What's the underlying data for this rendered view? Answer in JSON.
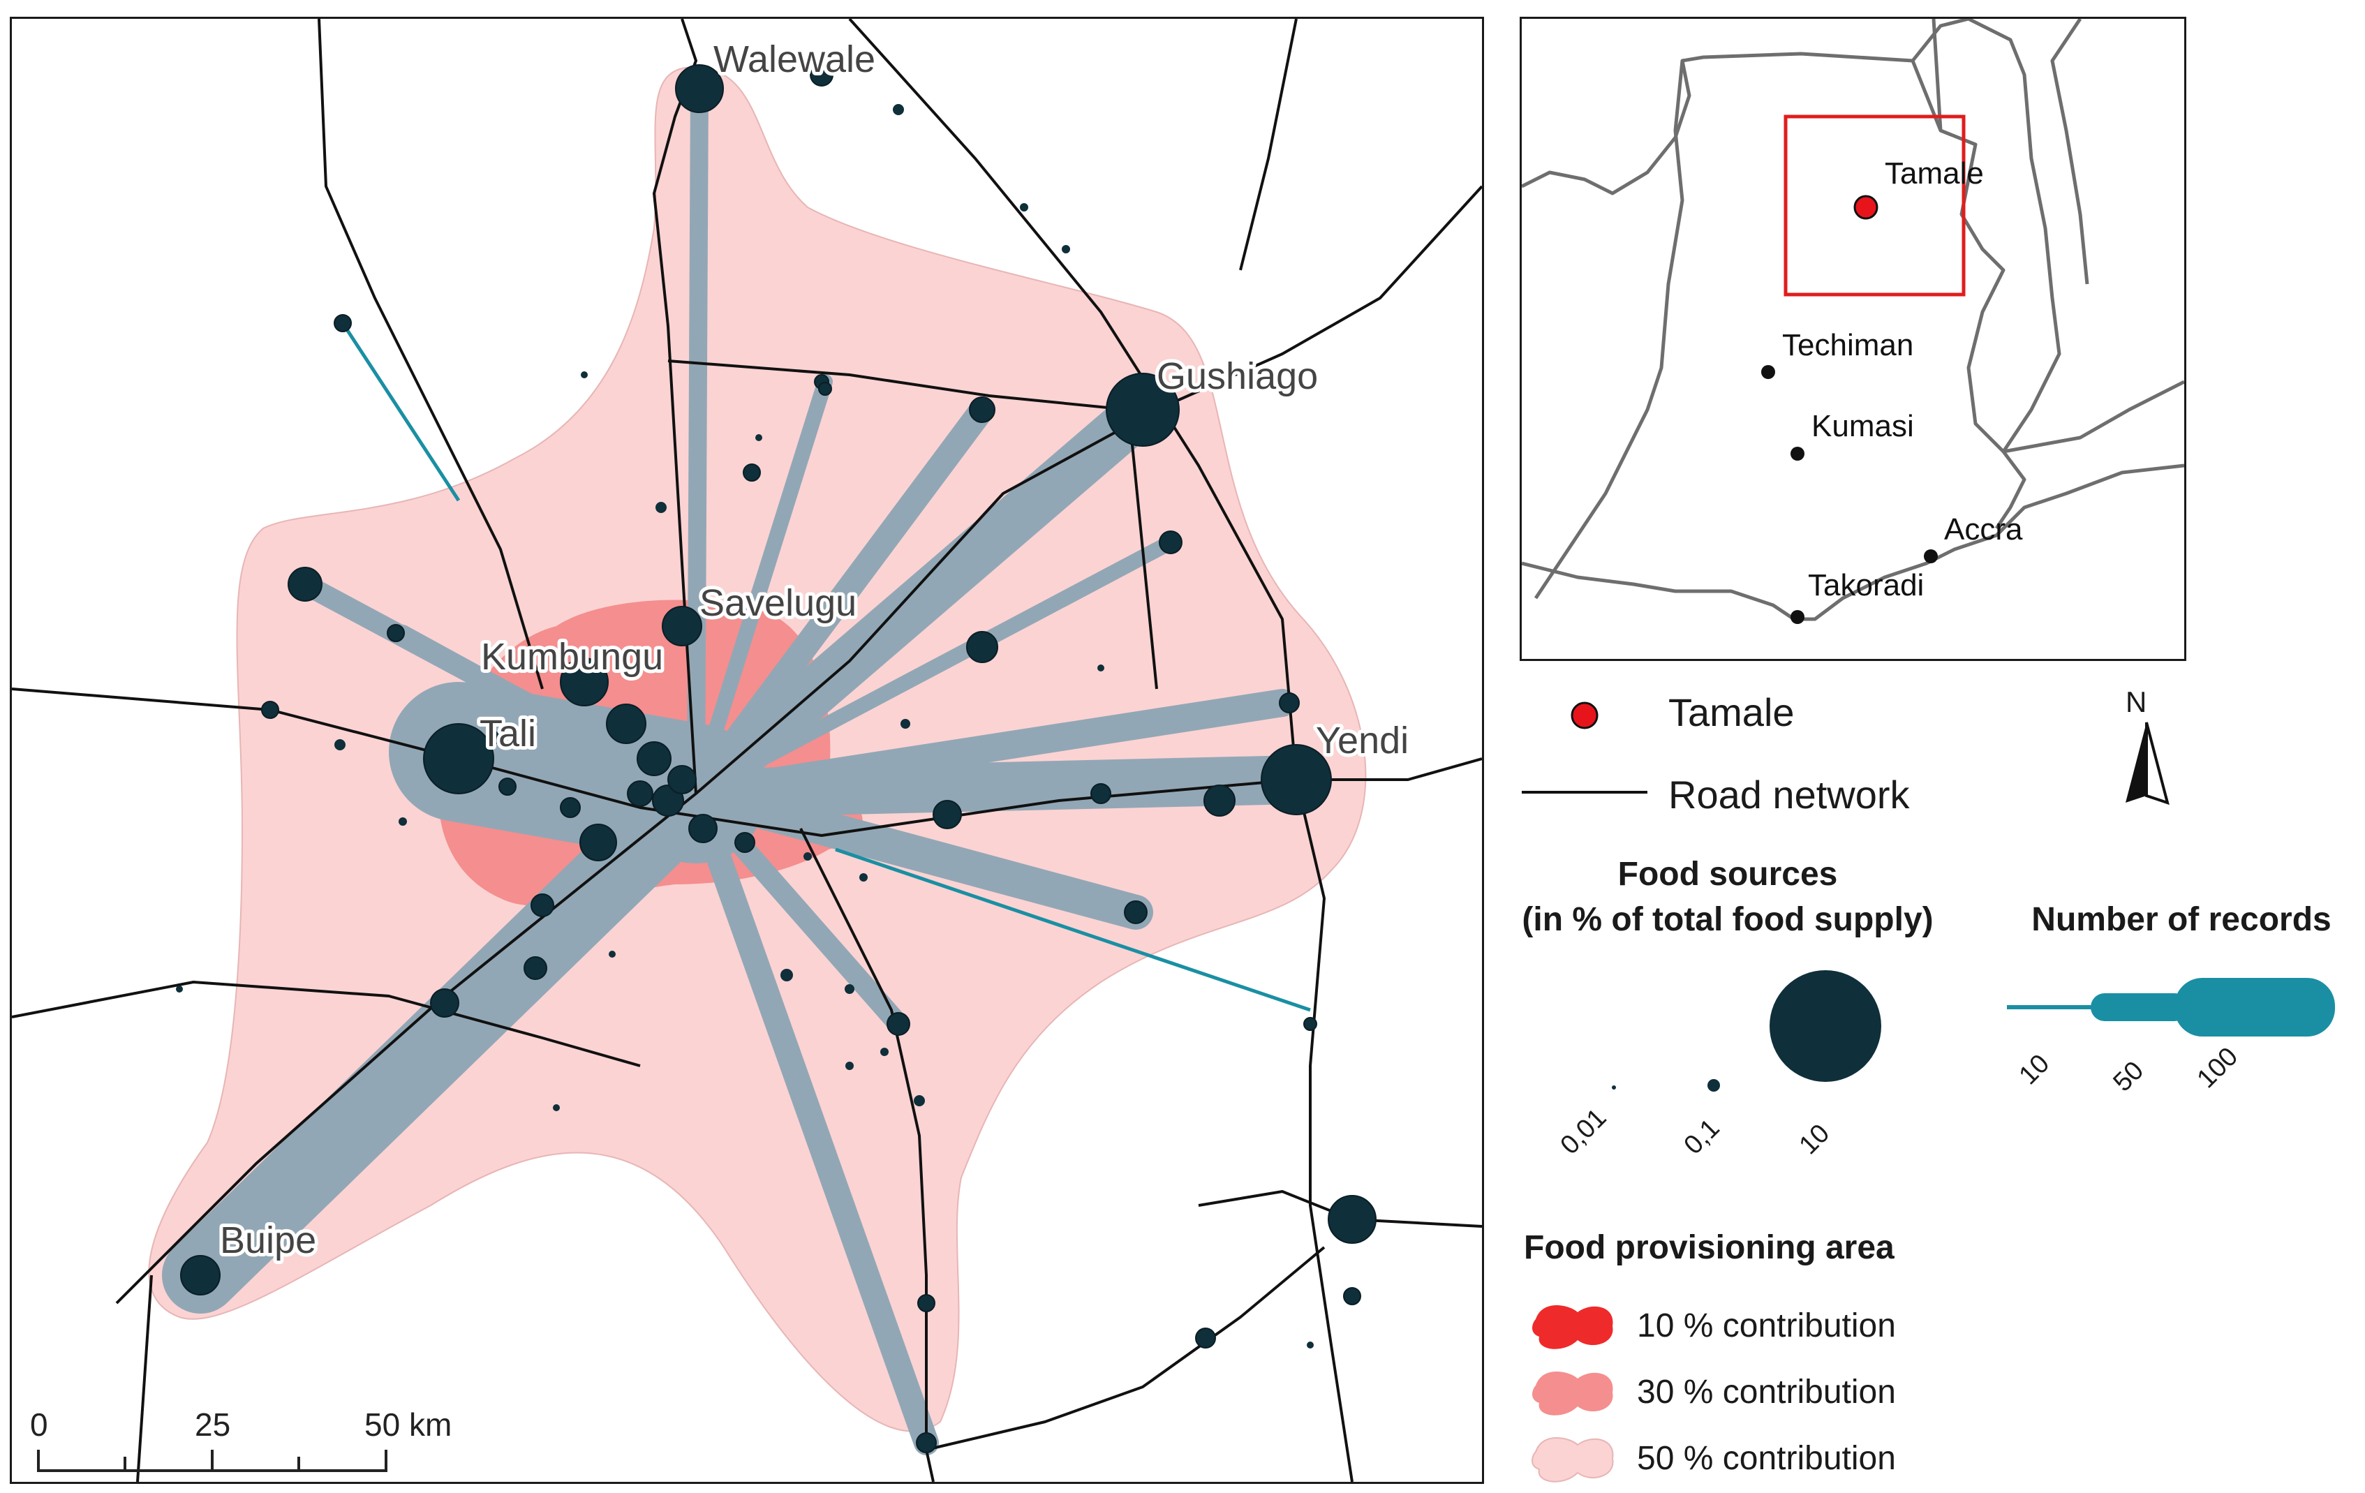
{
  "map": {
    "towns": [
      "Walewale",
      "Gushiago",
      "Savelugu",
      "Kumbungu",
      "Tali",
      "Yendi",
      "Buipe"
    ],
    "scalebar": {
      "labels": [
        "0",
        "25",
        "50 km"
      ]
    }
  },
  "inset": {
    "places": [
      "Tamale",
      "Techiman",
      "Kumasi",
      "Accra",
      "Takoradi"
    ]
  },
  "legend": {
    "tamale_label": "Tamale",
    "road_label": "Road network",
    "north_label": "N",
    "food_sources_title_1": "Food sources",
    "food_sources_title_2": "(in % of total food supply)",
    "food_sources_values": [
      "0,01",
      "0,1",
      "10"
    ],
    "records_title": "Number of records",
    "records_values": [
      "10",
      "50",
      "100"
    ],
    "provisioning_title": "Food provisioning area",
    "provisioning_items": [
      "10 % contribution",
      "30 % contribution",
      "50 % contribution"
    ]
  },
  "colors": {
    "dot": "#0f2f3a",
    "flow": "#92a7b5",
    "teal": "#1a8fa3",
    "zone10": "#ef2a2a",
    "zone30": "#f58e8e",
    "zone50": "#fbd3d3",
    "tamale": "#e8141c",
    "inset_box": "#e01d1d"
  }
}
